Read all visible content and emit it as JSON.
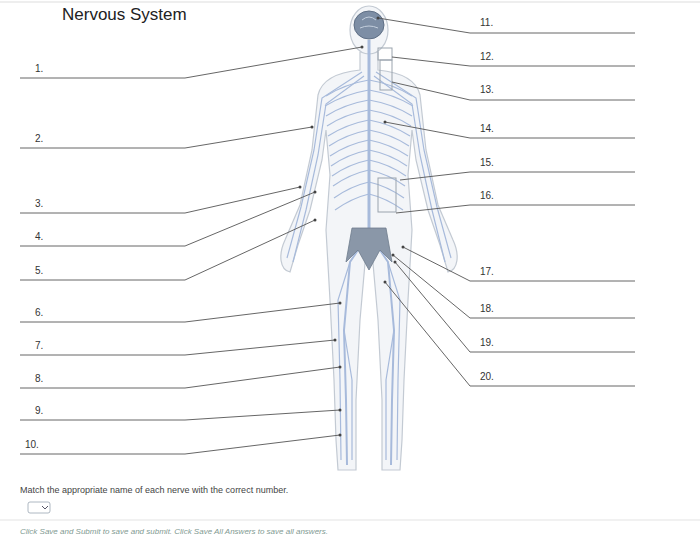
{
  "diagram": {
    "title": "Nervous System",
    "labels": [
      "1.",
      "2.",
      "3.",
      "4.",
      "5.",
      "6.",
      "7.",
      "8.",
      "9.",
      "10.",
      "11.",
      "12.",
      "13.",
      "14.",
      "15.",
      "16.",
      "17.",
      "18.",
      "19.",
      "20.",
      "Match the appropriate name of each nerve with the correct number.",
      "Click Save and Submit to save and submit. Click Save All Answers to save all answers."
    ]
  }
}
